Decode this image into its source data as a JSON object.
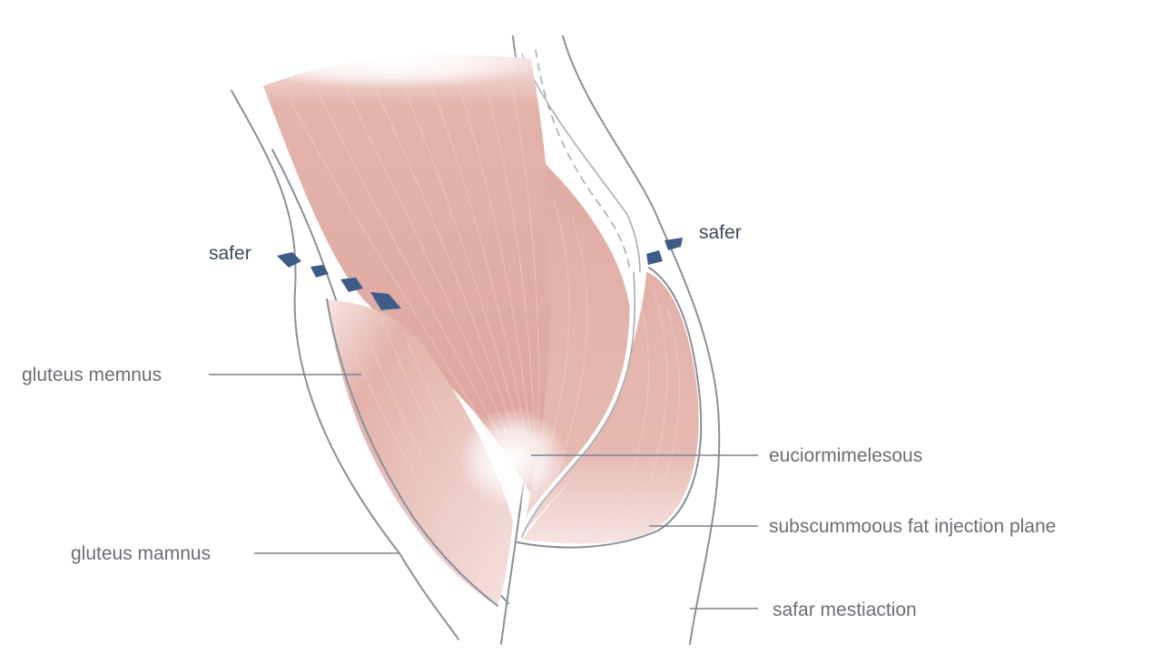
{
  "labels": {
    "safer_left": "safer",
    "safer_right": "safer",
    "gluteus_upper": "gluteus memnus",
    "gluteus_lower": "gluteus mamnus",
    "right_1": "euciormimelesous",
    "right_2": "subscummoous fat injection plane",
    "right_3": "safar mestiaction"
  },
  "colors": {
    "muscle": "#dfaaa2",
    "muscle_light": "#f1d2cc",
    "outline": "#8a9099",
    "marker": "#3d5c88",
    "label_text": "#6a6e74"
  }
}
